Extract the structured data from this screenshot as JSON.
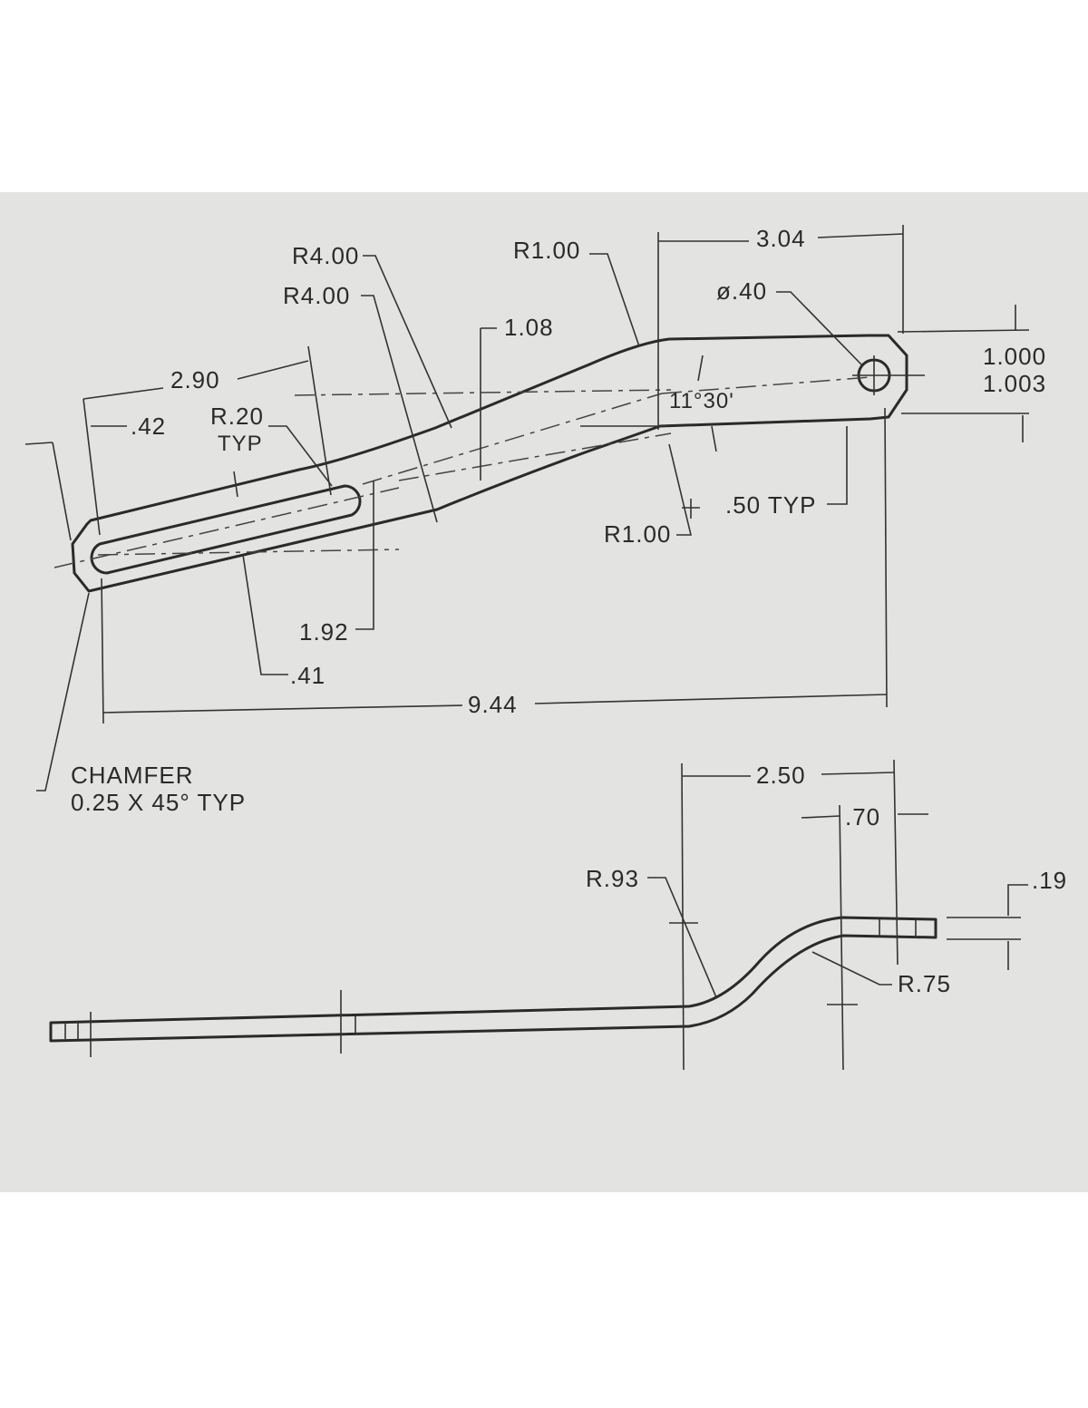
{
  "dimensions": {
    "r400_top": "R4.00",
    "r400_bottom": "R4.00",
    "r100_top": "R1.00",
    "d304": "3.04",
    "dia040": "ø.40",
    "d108": "1.08",
    "d1000": "1.000",
    "d1003": "1.003",
    "d290": "2.90",
    "d042": ".42",
    "r020": "R.20",
    "typ": "TYP",
    "angle": "11°30'",
    "d050typ": ".50 TYP",
    "r100_bottom": "R1.00",
    "d192": "1.92",
    "d041": ".41",
    "d944": "9.44",
    "d250": "2.50",
    "d070": ".70",
    "r093": "R.93",
    "d019": ".19",
    "r075": "R.75"
  },
  "notes": {
    "chamfer_line1": "CHAMFER",
    "chamfer_line2": "0.25 X 45° TYP"
  }
}
